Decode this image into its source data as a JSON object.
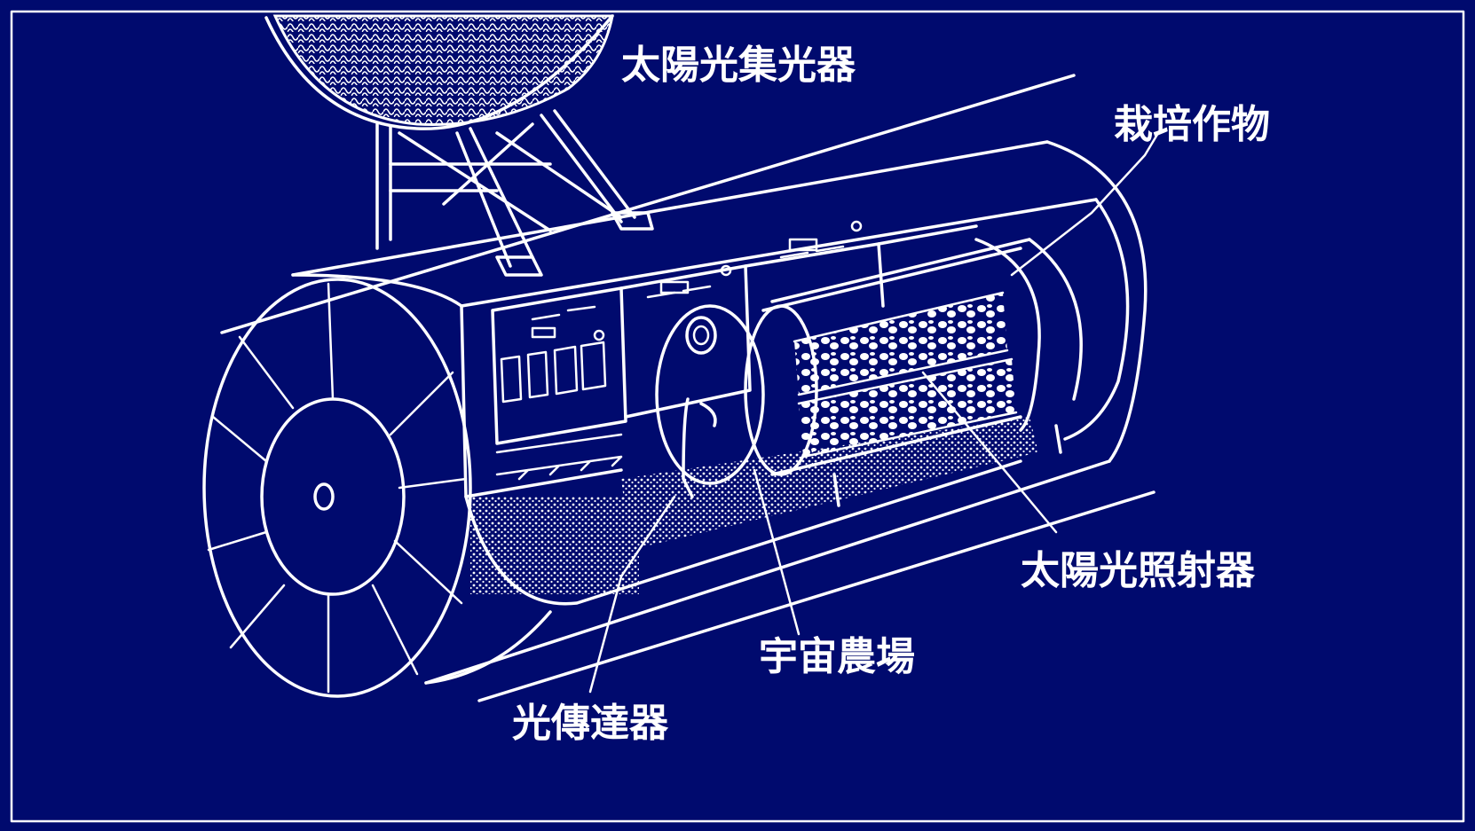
{
  "diagram": {
    "background_color": "#000a6e",
    "line_color": "#ffffff",
    "labels": {
      "solar_collector": "太陽光集光器",
      "crops": "栽培作物",
      "solar_irradiator": "太陽光照射器",
      "space_farm": "宇宙農場",
      "light_transmitter": "光傳達器"
    }
  }
}
